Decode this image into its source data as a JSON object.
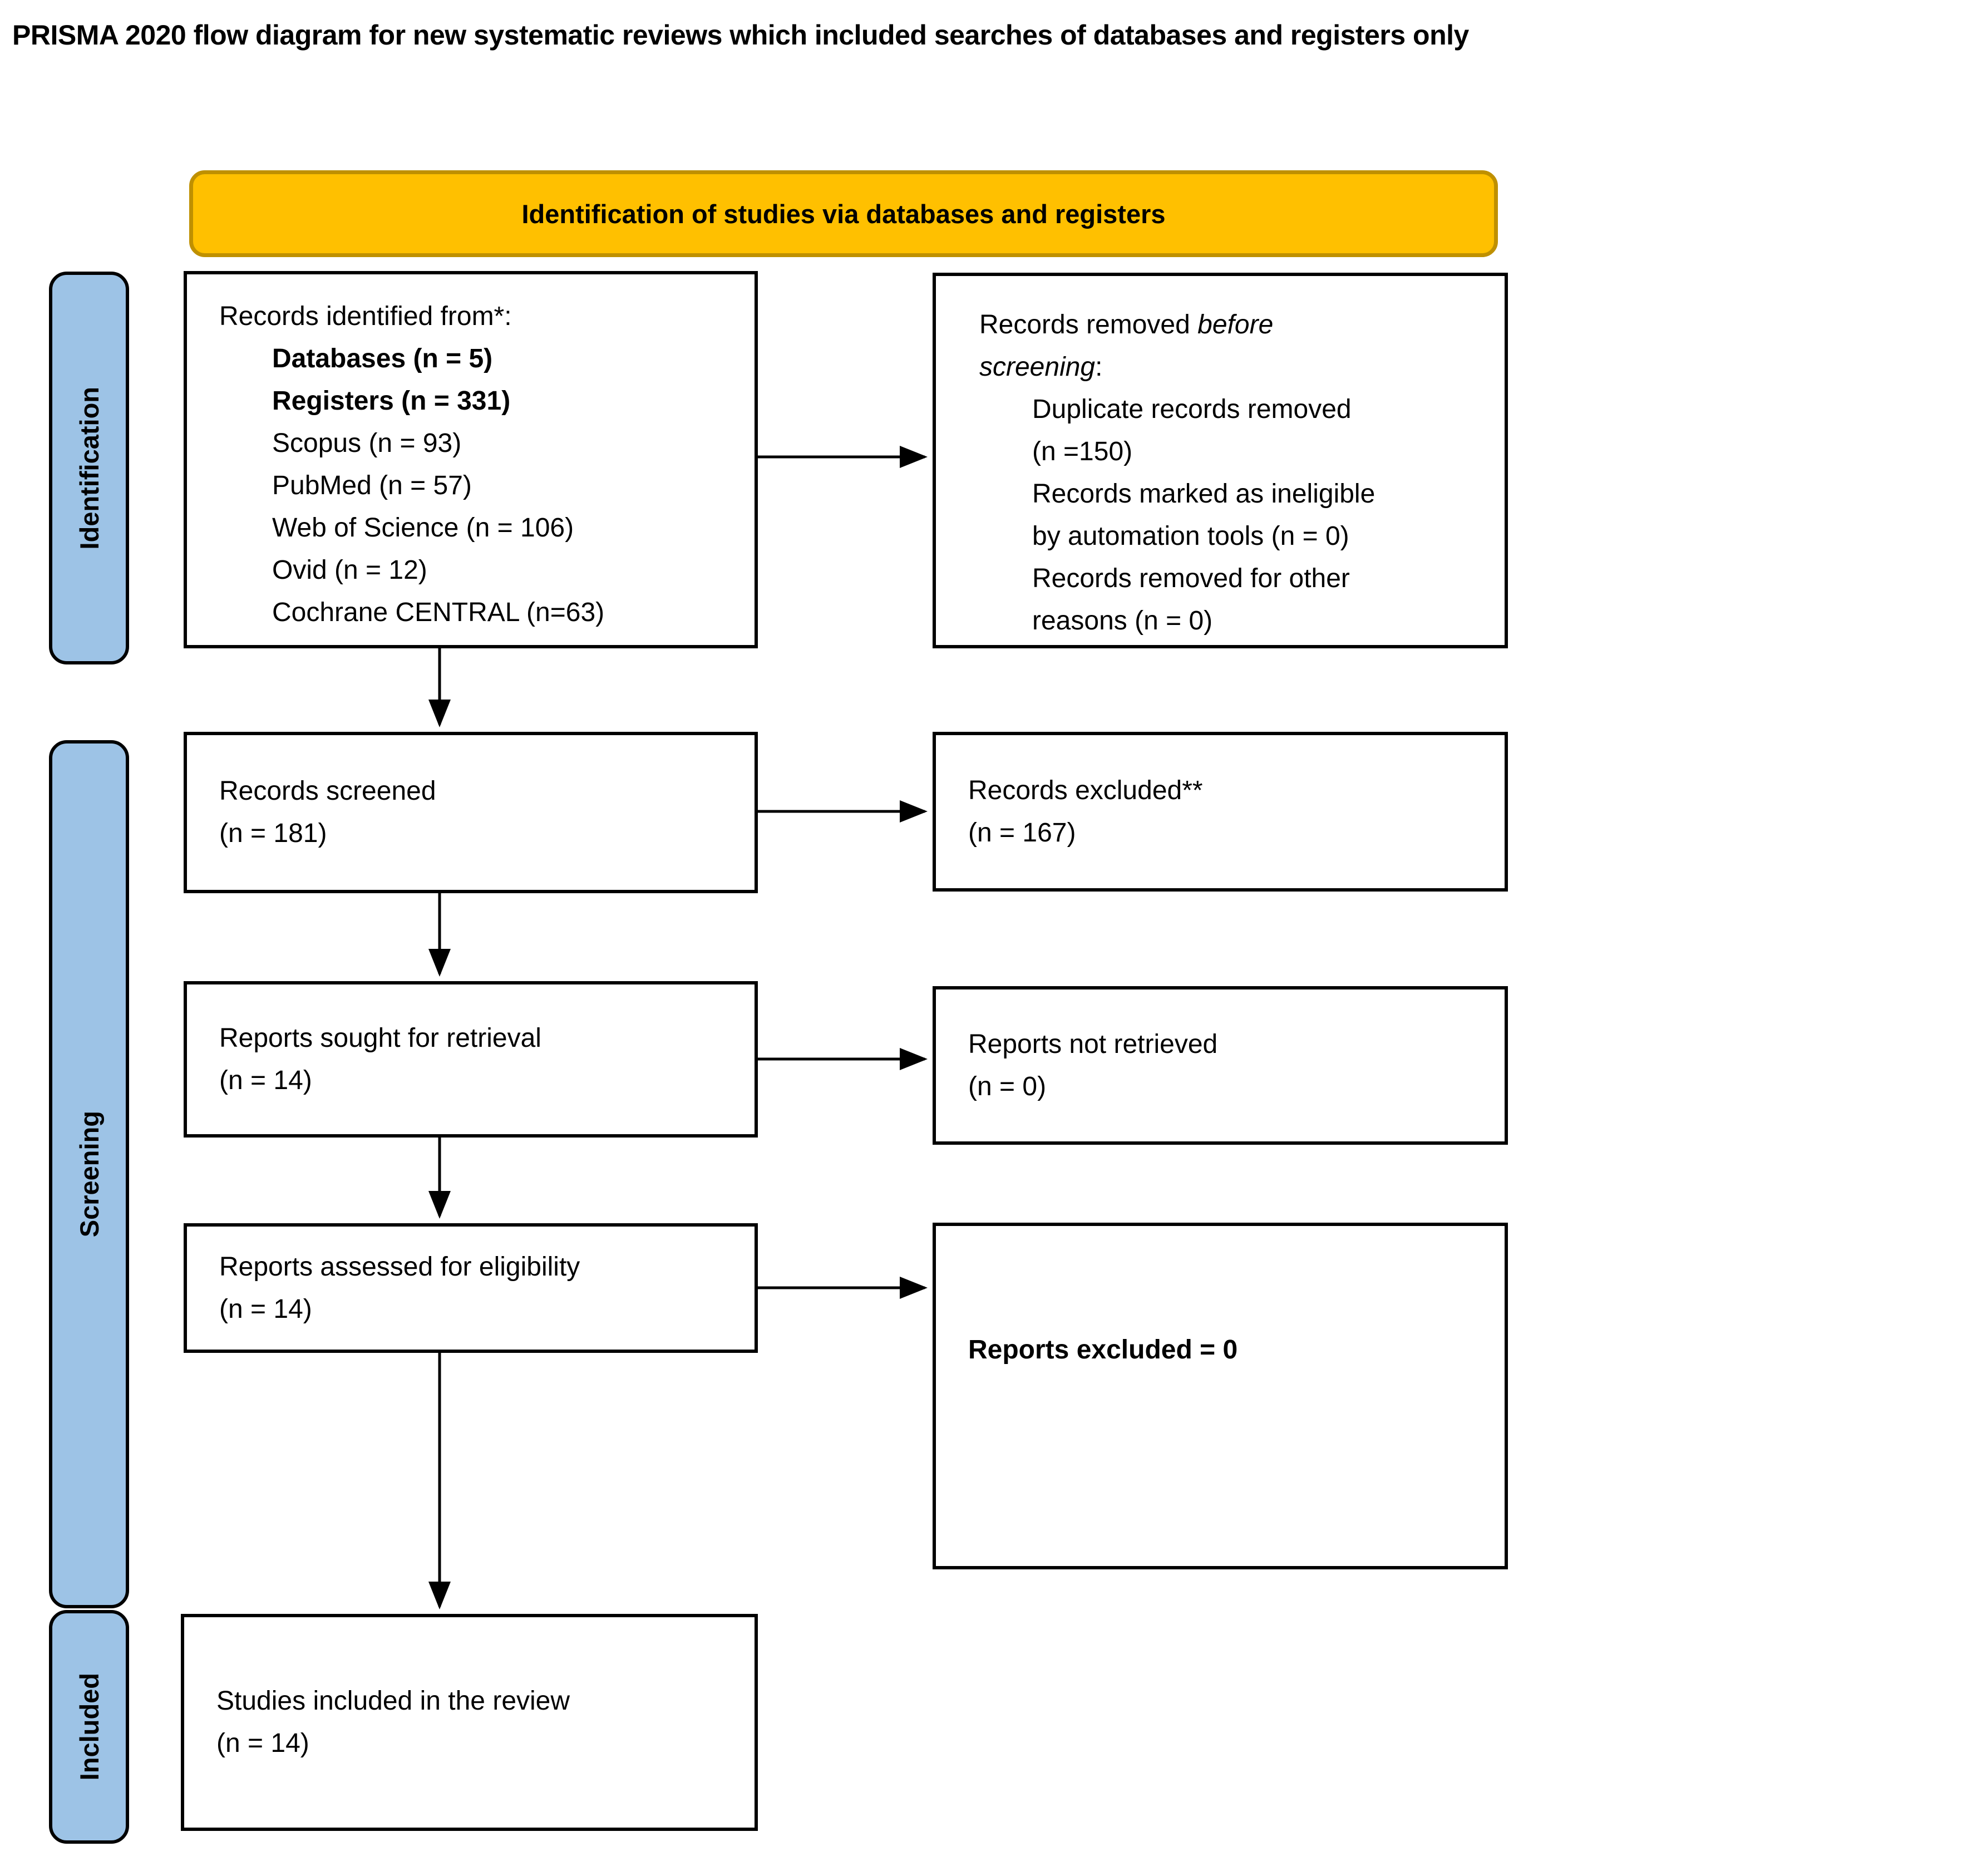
{
  "page_title": "PRISMA 2020 flow diagram for new systematic reviews which included searches of databases and registers only",
  "banner": {
    "label": "Identification of studies via databases and registers"
  },
  "stages": {
    "identification": "Identification",
    "screening": "Screening",
    "included": "Included"
  },
  "colors": {
    "banner_fill": "#FFC000",
    "banner_border": "#BF9000",
    "stage_fill": "#9DC3E6",
    "box_background": "#FFFFFF",
    "line_and_border": "#000000"
  },
  "boxes": {
    "records_identified": {
      "intro": "Records identified from*:",
      "items": [
        "Databases (n = 5)",
        "Registers (n = 331)",
        "Scopus (n = 93)",
        "PubMed (n = 57)",
        "Web of Science (n = 106)",
        "Ovid (n = 12)",
        "Cochrane CENTRAL (n=63)"
      ]
    },
    "records_removed": {
      "line1_regular": "Records removed ",
      "line1_italic": "before",
      "line2_italic": "screening",
      "line2_suffix": ":",
      "items": [
        {
          "line1": "Duplicate records removed",
          "line2": "(n =150)"
        },
        {
          "line1": "Records marked as ineligible",
          "line2": "by automation tools (n = 0)"
        },
        {
          "line1": "Records removed for other",
          "line2": "reasons (n = 0)"
        }
      ]
    },
    "records_screened": {
      "line1": "Records screened",
      "line2": "(n = 181)"
    },
    "records_excluded": {
      "line1": "Records excluded**",
      "line2": "(n = 167)"
    },
    "reports_sought": {
      "line1": "Reports sought for retrieval",
      "line2": "(n = 14)"
    },
    "reports_not_retrieved": {
      "line1": "Reports not retrieved",
      "line2": "(n = 0)"
    },
    "reports_assessed": {
      "line1": "Reports assessed for eligibility",
      "line2": "(n = 14)"
    },
    "reports_excluded": {
      "label": "Reports excluded = 0"
    },
    "studies_included": {
      "line1": "Studies included in the review",
      "line2": "(n = 14)"
    }
  }
}
